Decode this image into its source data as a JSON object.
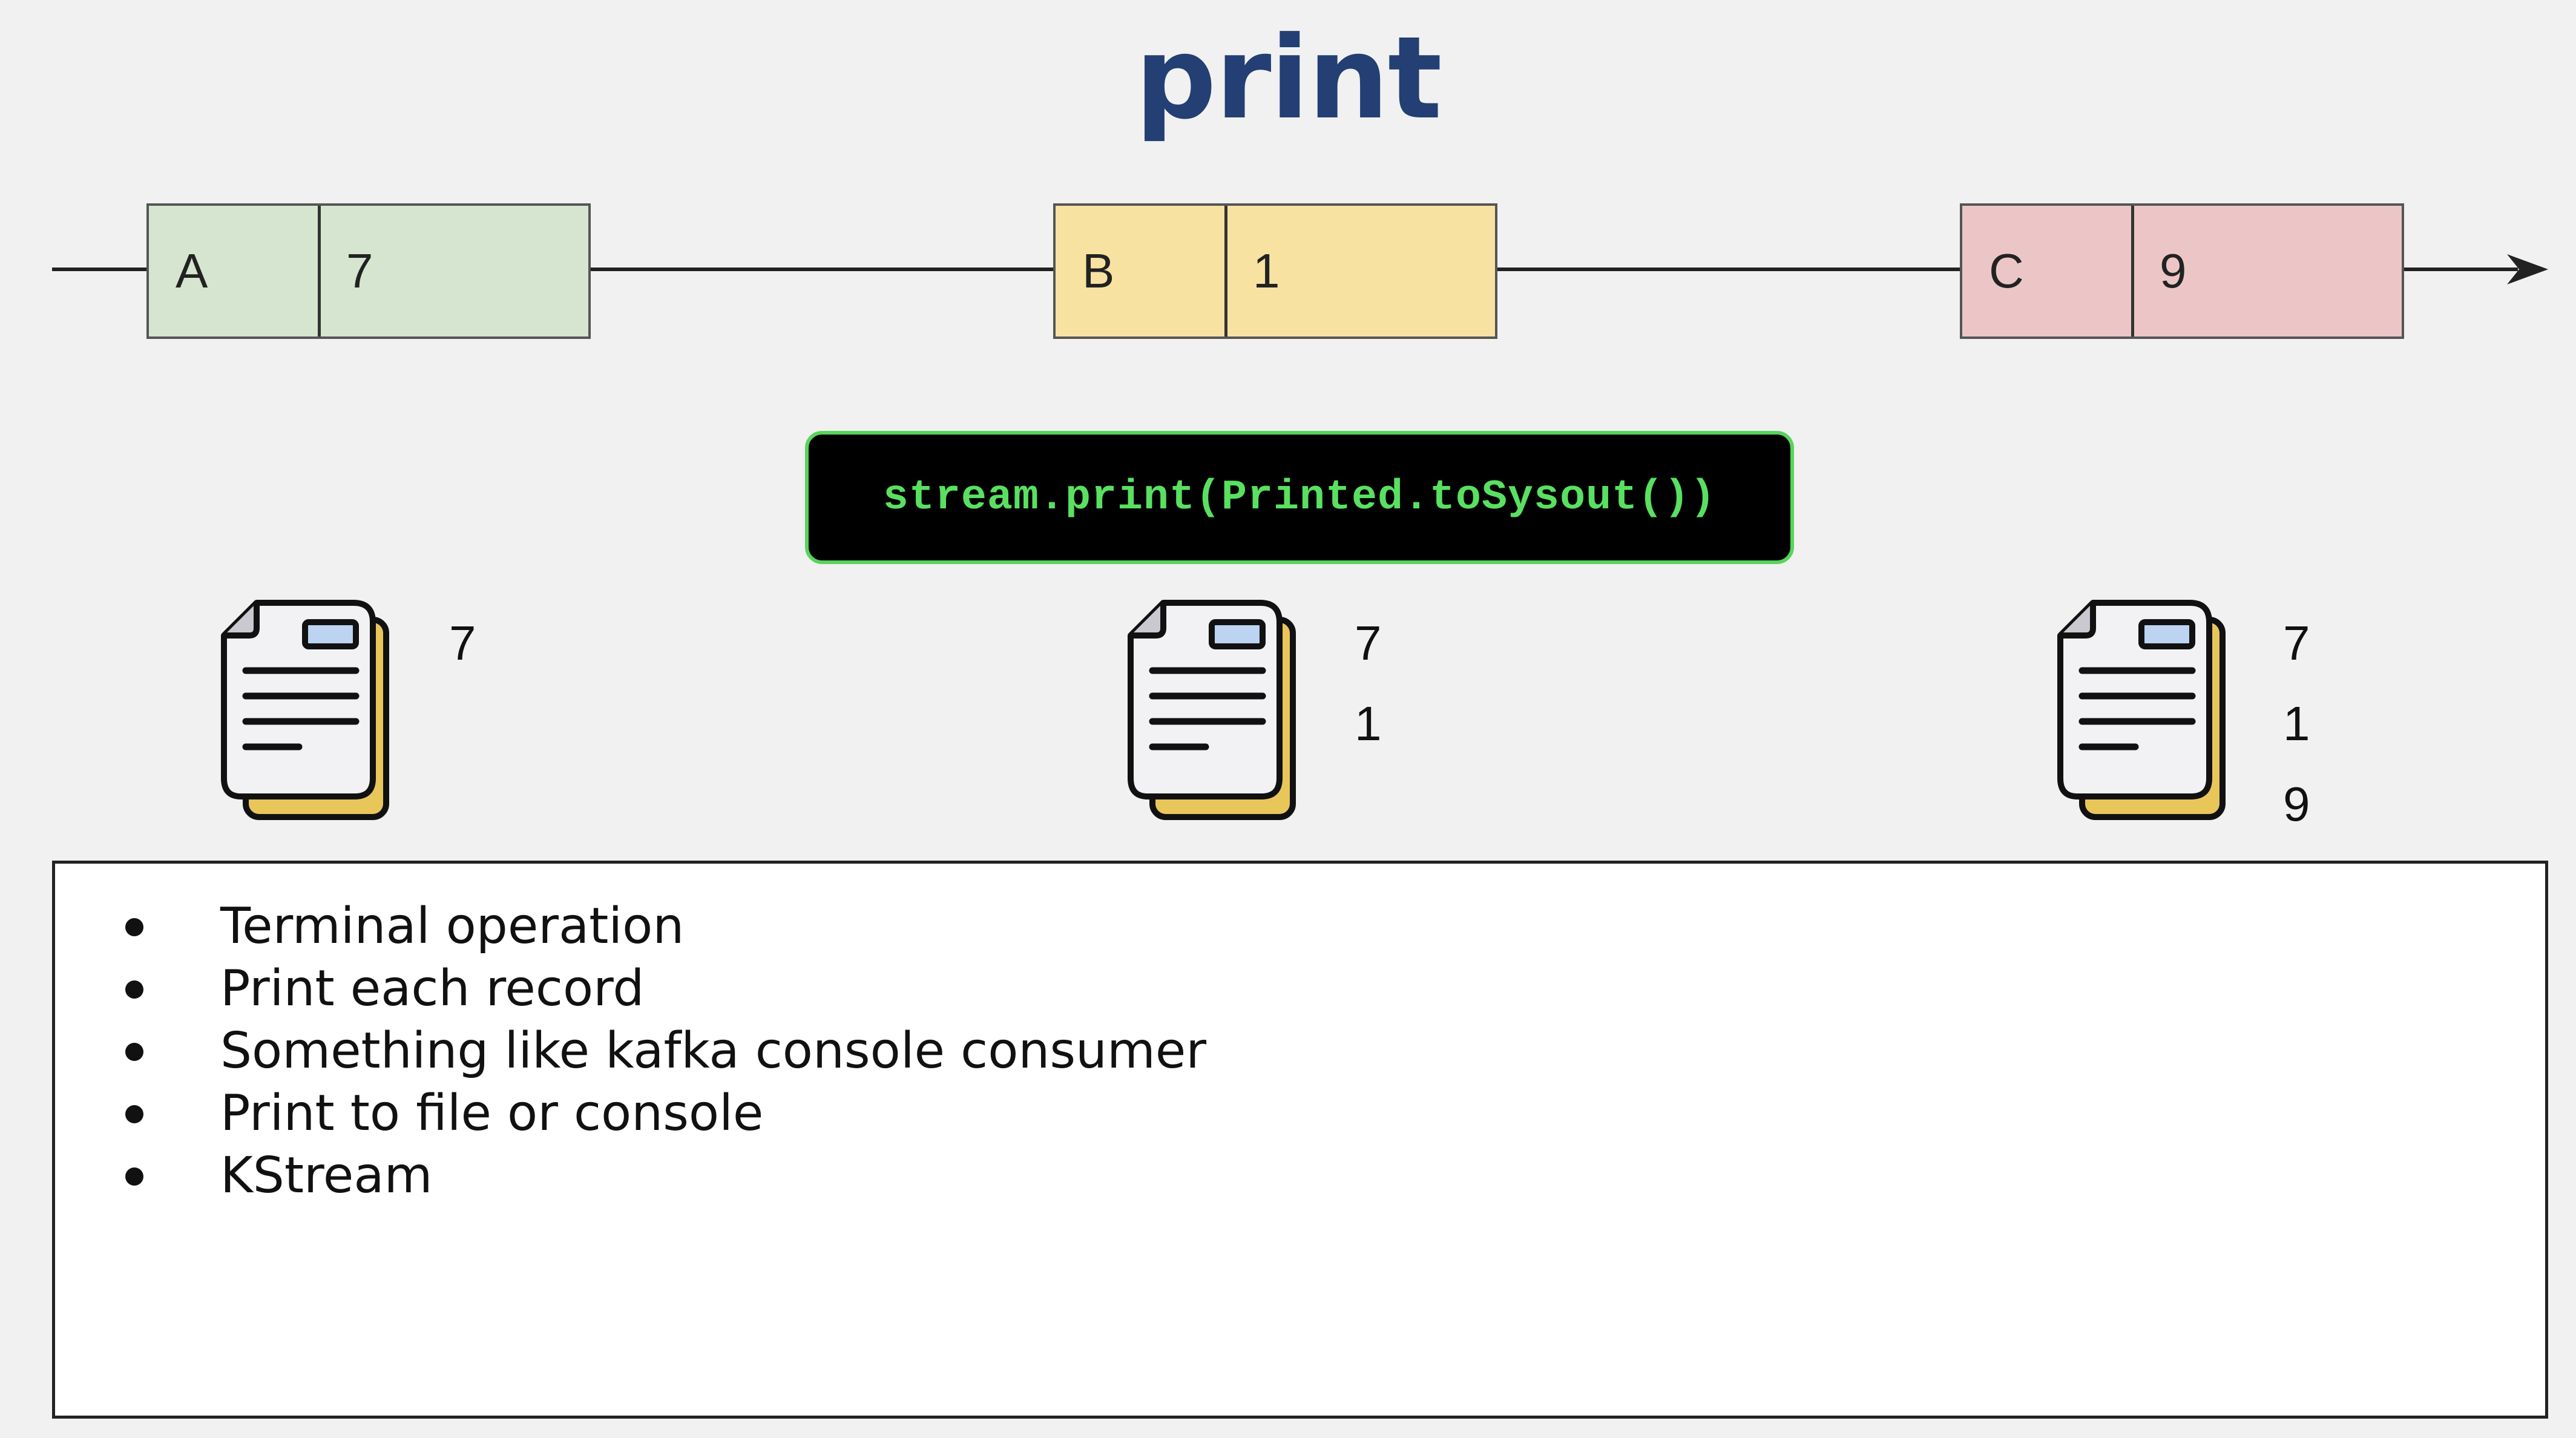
{
  "title": "print",
  "records": [
    {
      "key": "A",
      "value": "7",
      "color": "#d5e5cf"
    },
    {
      "key": "B",
      "value": "1",
      "color": "#f8e2a1"
    },
    {
      "key": "C",
      "value": "9",
      "color": "#ecc6c6"
    }
  ],
  "code": "stream.print(Printed.toSysout())",
  "outputs": [
    {
      "lines": [
        "7"
      ]
    },
    {
      "lines": [
        "7",
        "1"
      ]
    },
    {
      "lines": [
        "7",
        "1",
        "9"
      ]
    }
  ],
  "notes": [
    "Terminal operation",
    "Print each record",
    "Something like kafka console consumer",
    "Print to file or console",
    "KStream"
  ],
  "colors": {
    "title": "#233f73",
    "code_text": "#59e061",
    "code_border": "#58d35b",
    "doc_back": "#e8c65a"
  }
}
